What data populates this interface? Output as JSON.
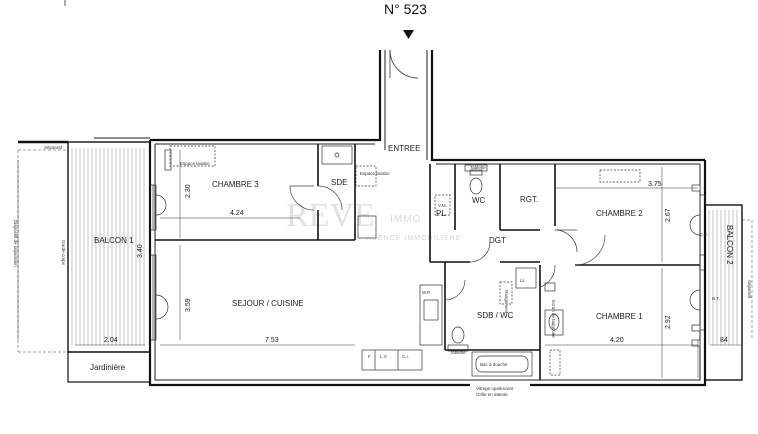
{
  "plan_number": "N° 523",
  "watermark": {
    "logo": "REVE",
    "brand": "IMMO",
    "tagline": "AGENCE IMMOBILIERE"
  },
  "rooms": {
    "entree": "ENTREE",
    "chambre3": "CHAMBRE 3",
    "sde": "SDE",
    "sejour": "SEJOUR / CUISINE",
    "pl": "PL",
    "wc": "WC",
    "rgt": "RGT.",
    "dgt": "DGT",
    "chambre2": "CHAMBRE 2",
    "chambre1": "CHAMBRE 1",
    "sdb": "SDB / WC",
    "balcon1": "BALCON 1",
    "balcon2": "BALCON 2",
    "jardiniere": "Jardinière",
    "ll": "LL"
  },
  "dimensions": {
    "ch3_height": "2.30",
    "ch3_width": "4.24",
    "sejour_side": "3.40",
    "sejour_height": "3.59",
    "sejour_width": "7.53",
    "balcon1_width": "2.04",
    "ch2_width": "3.75",
    "ch2_height": "2.67",
    "ch1_height": "2.92",
    "ch1_width": "4.20",
    "balcon2_width": "84"
  },
  "annotations": {
    "separatif_left": "Séparatif",
    "separatif_right": "Séparatif",
    "espace_lv": "Espace lavabo",
    "espace_lv2": "Espace lavabo",
    "garde_corps": "Garde-corps",
    "dispositif": "Dispositif de séparation",
    "tablette": "Tablette",
    "tablette2": "Tablette",
    "mp": "M.P.",
    "f": "F",
    "lv": "L.V.",
    "ci": "C.I.",
    "ct": "C.T.",
    "bt": "B.T.",
    "vm": "V.M.",
    "vitrage": "Vitrage opalescent",
    "grille": "Grille en attente",
    "bac": "Bac à douche",
    "rangement": "Rangement",
    "ecran": "Ecran de baignoire"
  }
}
